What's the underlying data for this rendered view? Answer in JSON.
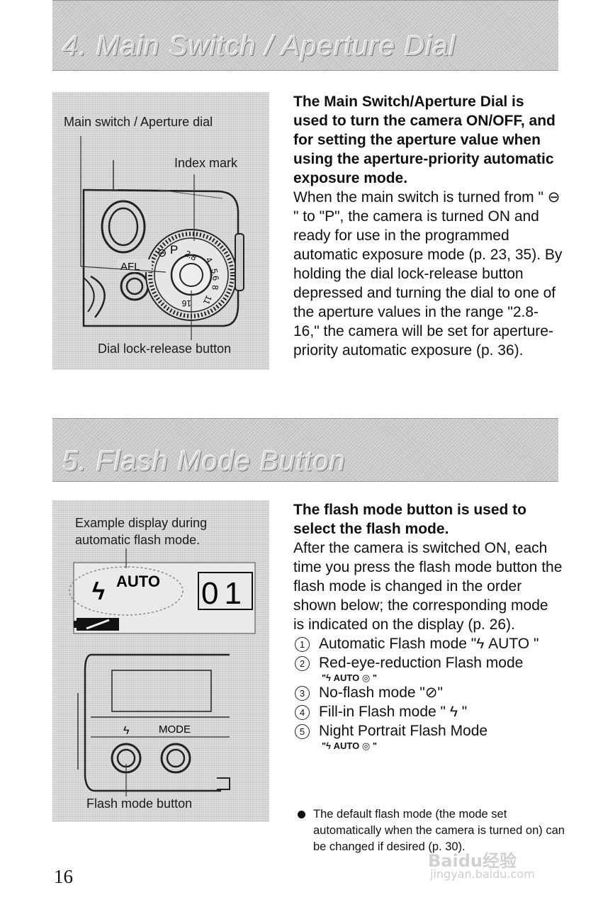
{
  "section4": {
    "banner_title": "4. Main Switch / Aperture Dial",
    "figure_labels": {
      "main_switch": "Main switch / Aperture dial",
      "index_mark": "Index mark",
      "dial_release": "Dial lock-release button",
      "afl": "AFL",
      "dial_p": "P",
      "dial_28": "2.8",
      "dial_4": "4",
      "dial_56": "5.6",
      "dial_8": "8",
      "dial_11": "11",
      "dial_16": "16"
    },
    "bold_intro": "The Main Switch/Aperture Dial is used to turn the camera ON/OFF, and for setting the aperture value when using the aperture-priority automatic exposure mode.",
    "body": "When the main switch is turned from \" ⊖ \" to \"P\", the camera is turned ON and ready for use in the programmed automatic exposure mode (p. 23, 35). By holding the dial lock-release button depressed and turning the dial to one of the aperture values in the range \"2.8-16,\" the camera will be set for aperture-priority automatic exposure (p. 36)."
  },
  "section5": {
    "banner_title": "5. Flash Mode Button",
    "figure_labels": {
      "example": "Example display during automatic flash mode.",
      "auto": "AUTO",
      "counter": "01",
      "mode": "MODE",
      "flash_button": "Flash mode button"
    },
    "bold_intro": "The flash mode button is used to select the flash mode.",
    "body": "After the camera is switched ON, each time you press the flash mode button the flash mode is changed in the order shown below; the corresponding mode is indicated on the display (p. 26).",
    "modes": [
      {
        "num": "1",
        "text": "Automatic Flash mode \"ϟ AUTO \"",
        "sub": ""
      },
      {
        "num": "2",
        "text": "Red-eye-reduction Flash mode",
        "sub": "\"ϟ AUTO ◎ \""
      },
      {
        "num": "3",
        "text": "No-flash mode \"⊘\"",
        "sub": ""
      },
      {
        "num": "4",
        "text": "Fill-in Flash mode \" ϟ \"",
        "sub": ""
      },
      {
        "num": "5",
        "text": "Night Portrait Flash Mode",
        "sub": "\"ϟ AUTO ◎ \""
      }
    ],
    "note": "The default flash mode (the mode set automatically when the camera is turned on) can be changed if desired (p. 30)."
  },
  "page_number": "16",
  "watermark": "Baidu经验",
  "watermark_url": "jingyan.baidu.com"
}
